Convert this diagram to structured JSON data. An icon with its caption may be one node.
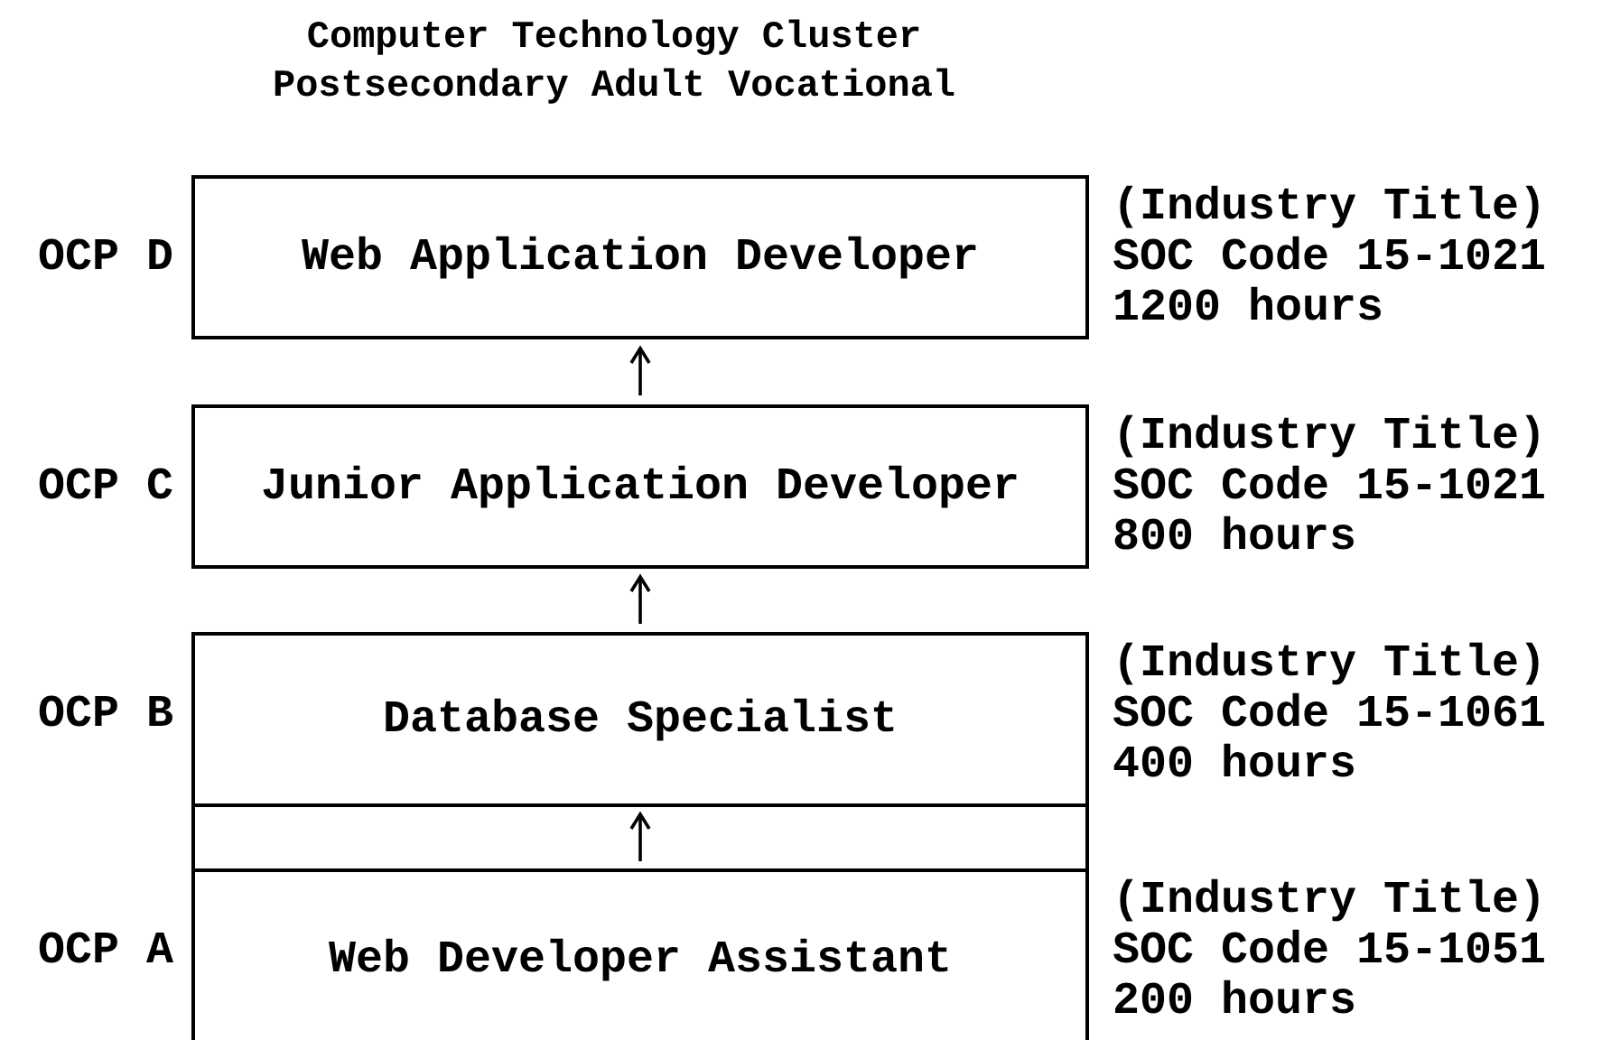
{
  "diagram": {
    "title": "Computer Technology Cluster Postsecondary Adult Vocational",
    "nodes": [
      {
        "text": [
          "Web Application Developer"
        ],
        "beside": [
          "OCP D",
          "(Industry Title)",
          "SOC Code 15-1021",
          "1200 hours"
        ]
      },
      {
        "text": [
          "Junior Application Developer"
        ],
        "beside": [
          "OCP C",
          "(Industry Title)",
          "SOC Code 15-1021",
          "800 hours"
        ]
      },
      {
        "text": [
          "Database Specialist"
        ],
        "beside": [
          "OCP B",
          "(Industry Title)",
          "SOC Code 15-1061",
          "400 hours"
        ]
      },
      {
        "text": [
          "Web Developer Assistant"
        ],
        "beside": [
          "OCP A",
          "(Industry Title)",
          "SOC Code 15-1051",
          "200 hours"
        ]
      }
    ],
    "edges": [
      {
        "from": 3,
        "to": 2,
        "arrow": "to"
      },
      {
        "from": 2,
        "to": 1,
        "arrow": "to"
      },
      {
        "from": 1,
        "to": 0,
        "arrow": "to"
      }
    ]
  }
}
